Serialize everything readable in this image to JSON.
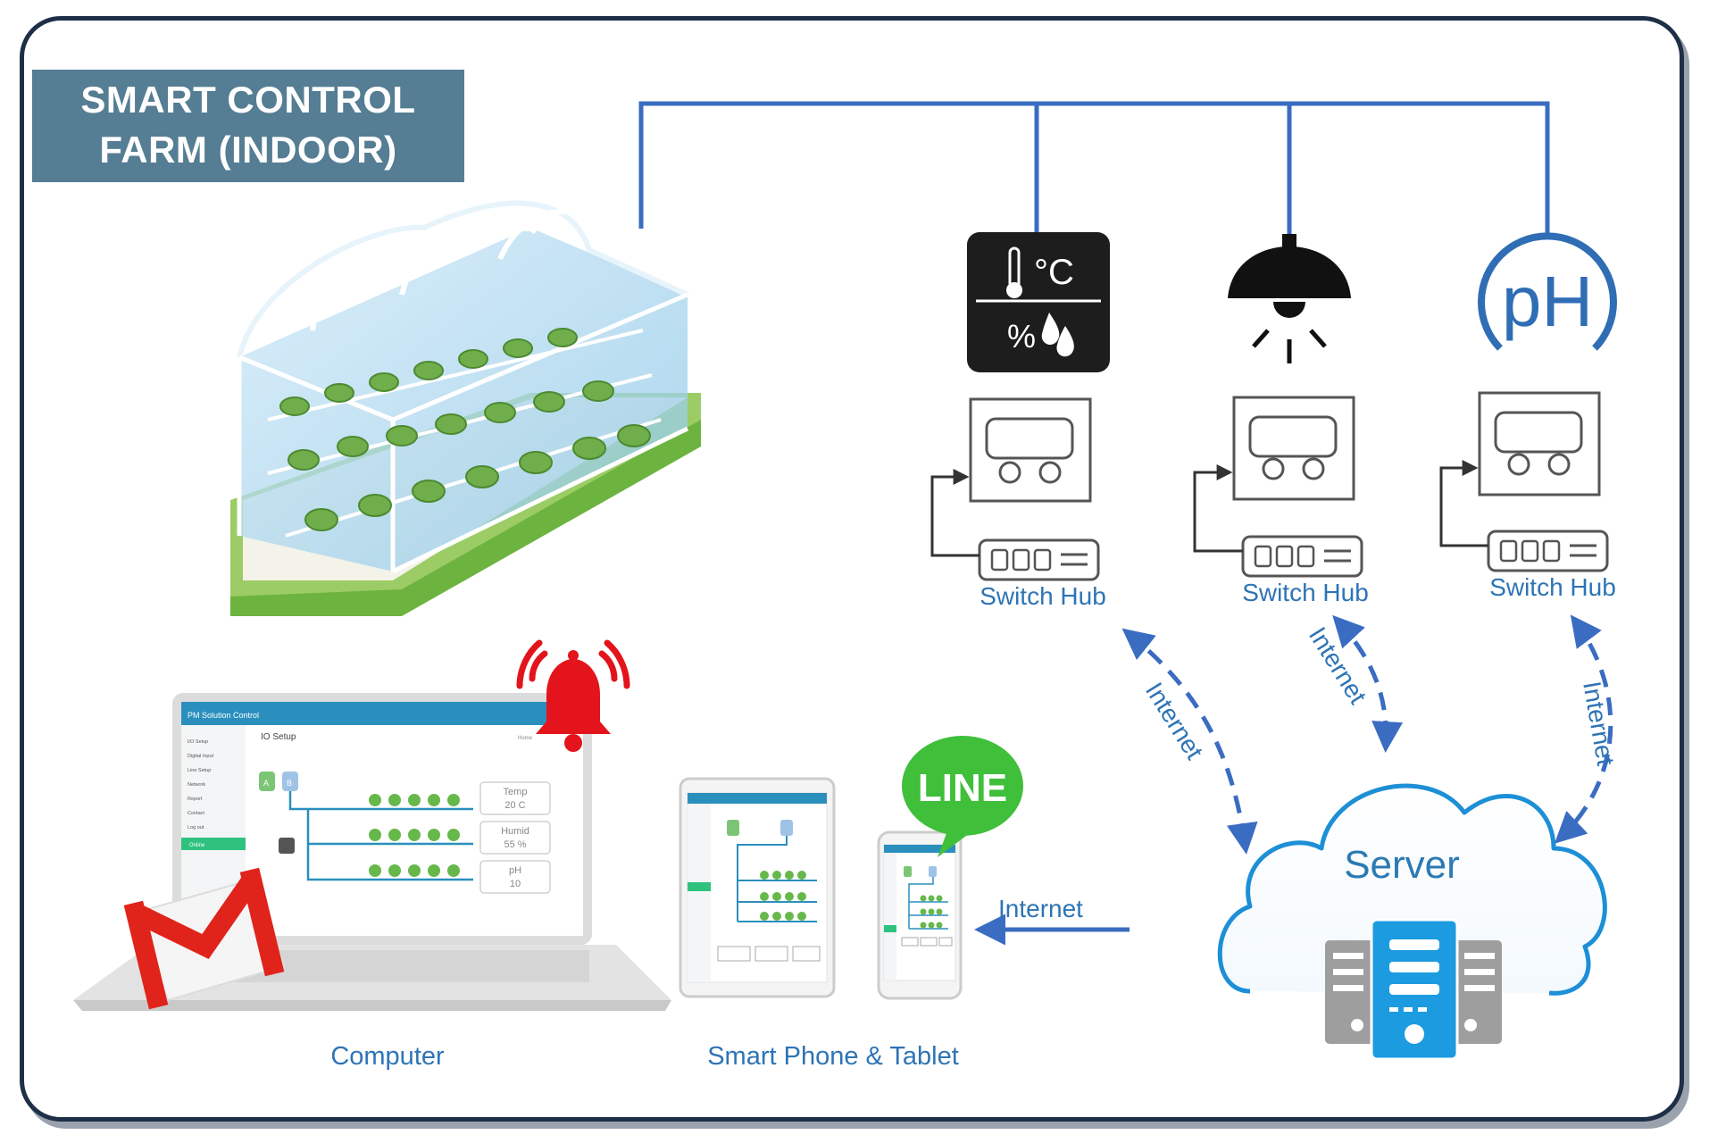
{
  "title": {
    "line1": "SMART CONTROL",
    "line2": "FARM (INDOOR)"
  },
  "icons": {
    "temp_humid": {
      "celsius": "°C",
      "percent": "%"
    },
    "ph": "pH",
    "line_logo": "LINE"
  },
  "hubs": [
    {
      "label": "Switch Hub"
    },
    {
      "label": "Switch Hub"
    },
    {
      "label": "Switch Hub"
    }
  ],
  "internet_labels": [
    "Internet",
    "Internet",
    "Internet",
    "Internet"
  ],
  "server": {
    "label": "Server"
  },
  "clients": {
    "computer": "Computer",
    "mobile": "Smart Phone & Tablet"
  },
  "dashboard": {
    "app_title": "PM Solution Control",
    "page_title": "IO Setup",
    "breadcrumb": "Home",
    "menu": [
      "I/O Setup",
      "Digital Input",
      "Line Setup",
      "Network",
      "Report",
      "Contact",
      "Log out",
      "Online"
    ],
    "tank_labels": [
      "A",
      "B"
    ],
    "readings": [
      {
        "name": "Temp",
        "value": "20 C"
      },
      {
        "name": "Humid",
        "value": "55 %"
      },
      {
        "name": "pH",
        "value": "10"
      }
    ]
  },
  "colors": {
    "bus_line": "#3a6cc2",
    "label_blue": "#2e74b5",
    "title_bg": "#557d93",
    "frame": "#1e2f47",
    "cloud_blue": "#1d8fd6",
    "alert_red": "#e3141b",
    "line_green": "#3fbf3a"
  }
}
